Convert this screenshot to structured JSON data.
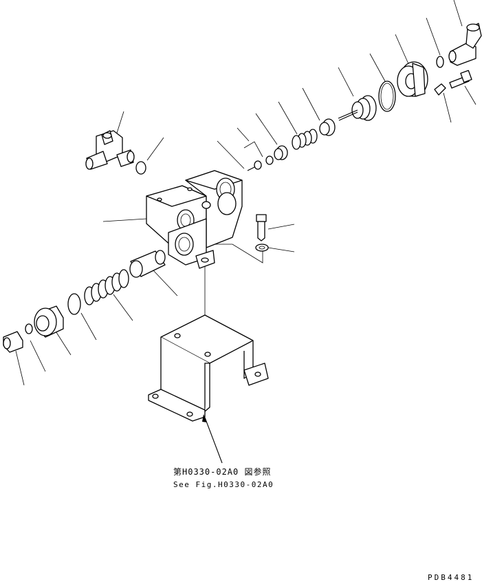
{
  "diagram": {
    "reference_jp": "第H0330-02A0 図参照",
    "reference_en": "See Fig.H0330-02A0",
    "figure_code": "PDB4481"
  }
}
